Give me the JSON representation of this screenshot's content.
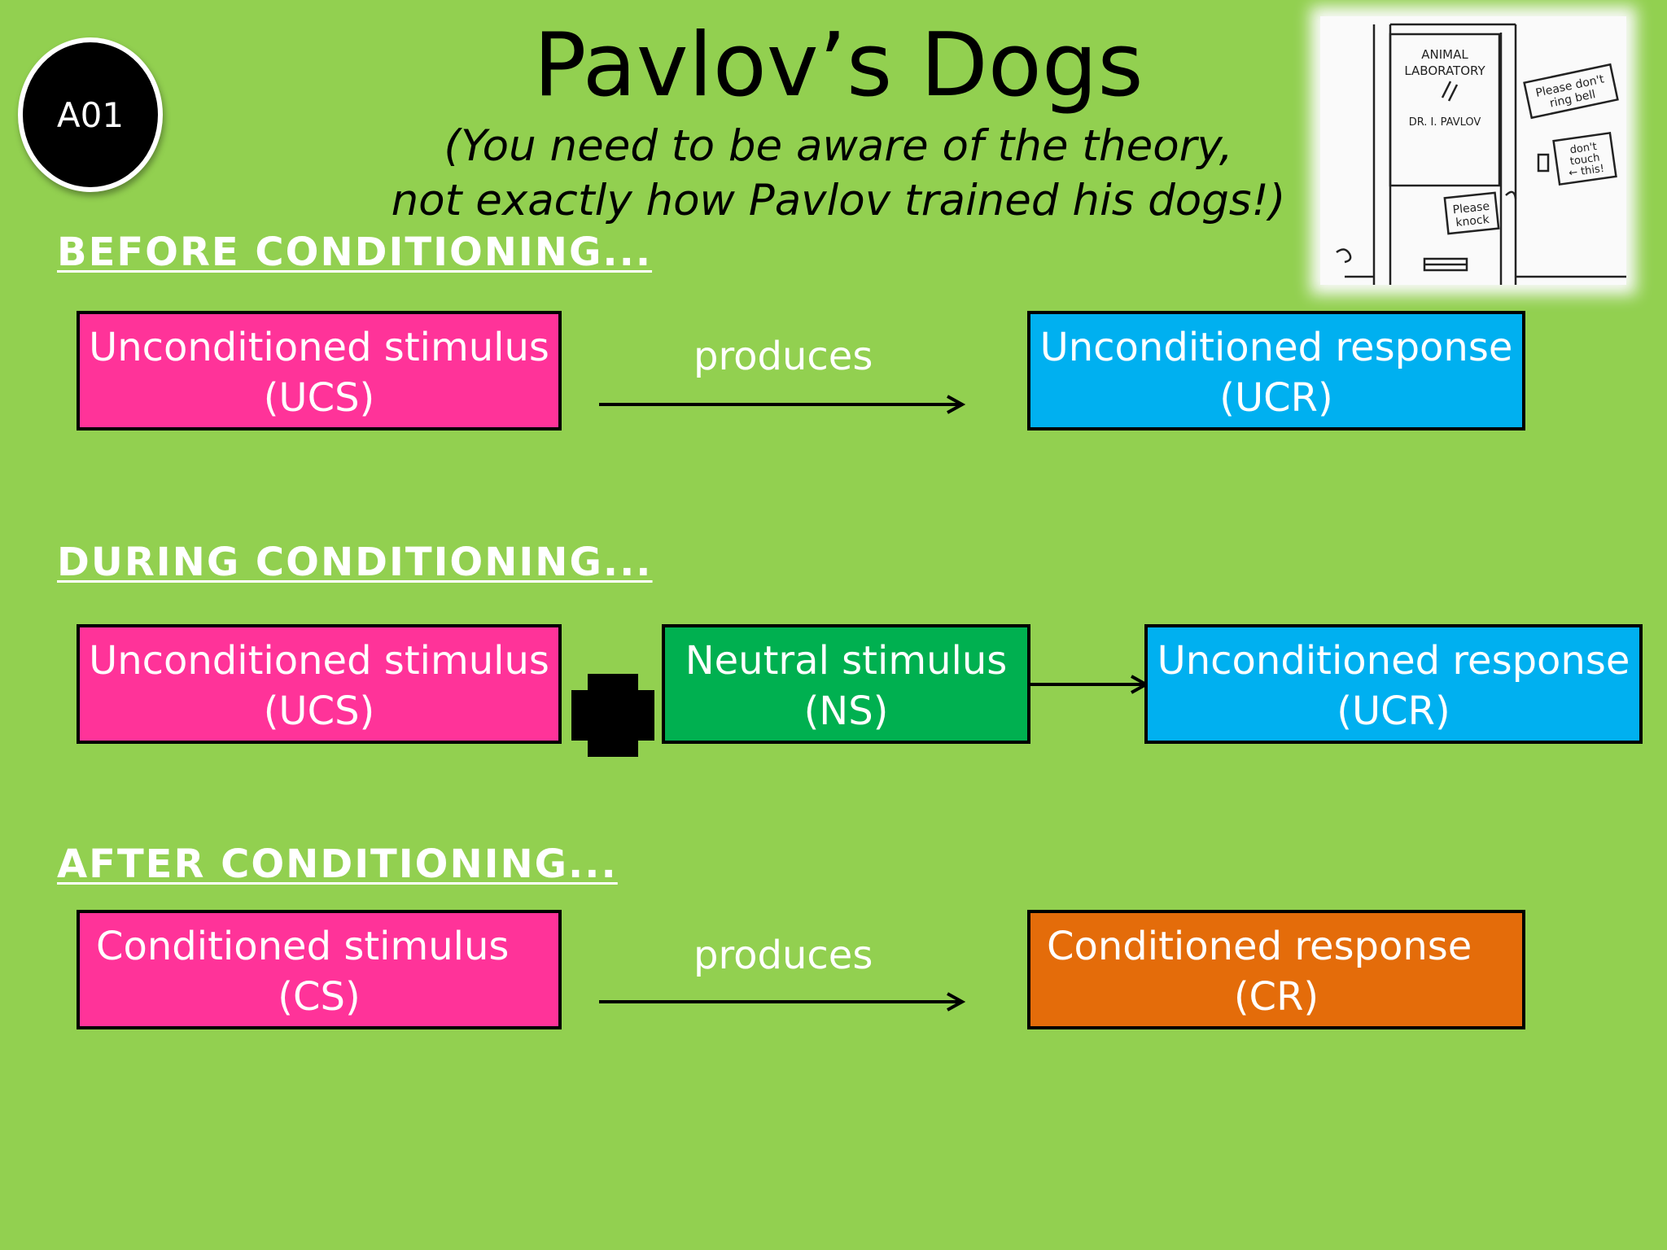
{
  "badge": "A01",
  "title": "Pavlov’s Dogs",
  "subtitle": {
    "line1": "(You need to be aware of the theory,",
    "line2": "not exactly how Pavlov trained his dogs!)"
  },
  "cartoon": {
    "door_sign_1": "ANIMAL",
    "door_sign_2": "LABORATORY",
    "door_name": "DR. I. PAVLOV",
    "note_knock_1": "Please",
    "note_knock_2": "knock",
    "note_bell_1": "Please don't",
    "note_bell_2": "ring bell",
    "note_touch_1": "don't",
    "note_touch_2": "touch",
    "note_touch_3": "← this!"
  },
  "before": {
    "heading": "BEFORE CONDITIONING...",
    "stimulus_line1": "Unconditioned stimulus",
    "stimulus_line2": "(UCS)",
    "connector": "produces",
    "response_line1": "Unconditioned response",
    "response_line2": "(UCR)"
  },
  "during": {
    "heading": "DURING CONDITIONING...",
    "stimulus_line1": "Unconditioned stimulus",
    "stimulus_line2": "(UCS)",
    "neutral_line1": "Neutral stimulus",
    "neutral_line2": "(NS)",
    "response_line1": "Unconditioned response",
    "response_line2": "(UCR)"
  },
  "after": {
    "heading": "AFTER CONDITIONING...",
    "stimulus_line1": "Conditioned stimulus",
    "stimulus_line2": "(CS)",
    "connector": "produces",
    "response_line1": "Conditioned response",
    "response_line2": "(CR)"
  },
  "colors": {
    "background": "#92d050",
    "stimulus": "#ff3399",
    "unconditioned_response": "#00b0f0",
    "neutral_stimulus": "#00b050",
    "conditioned_response": "#e46c0a"
  }
}
